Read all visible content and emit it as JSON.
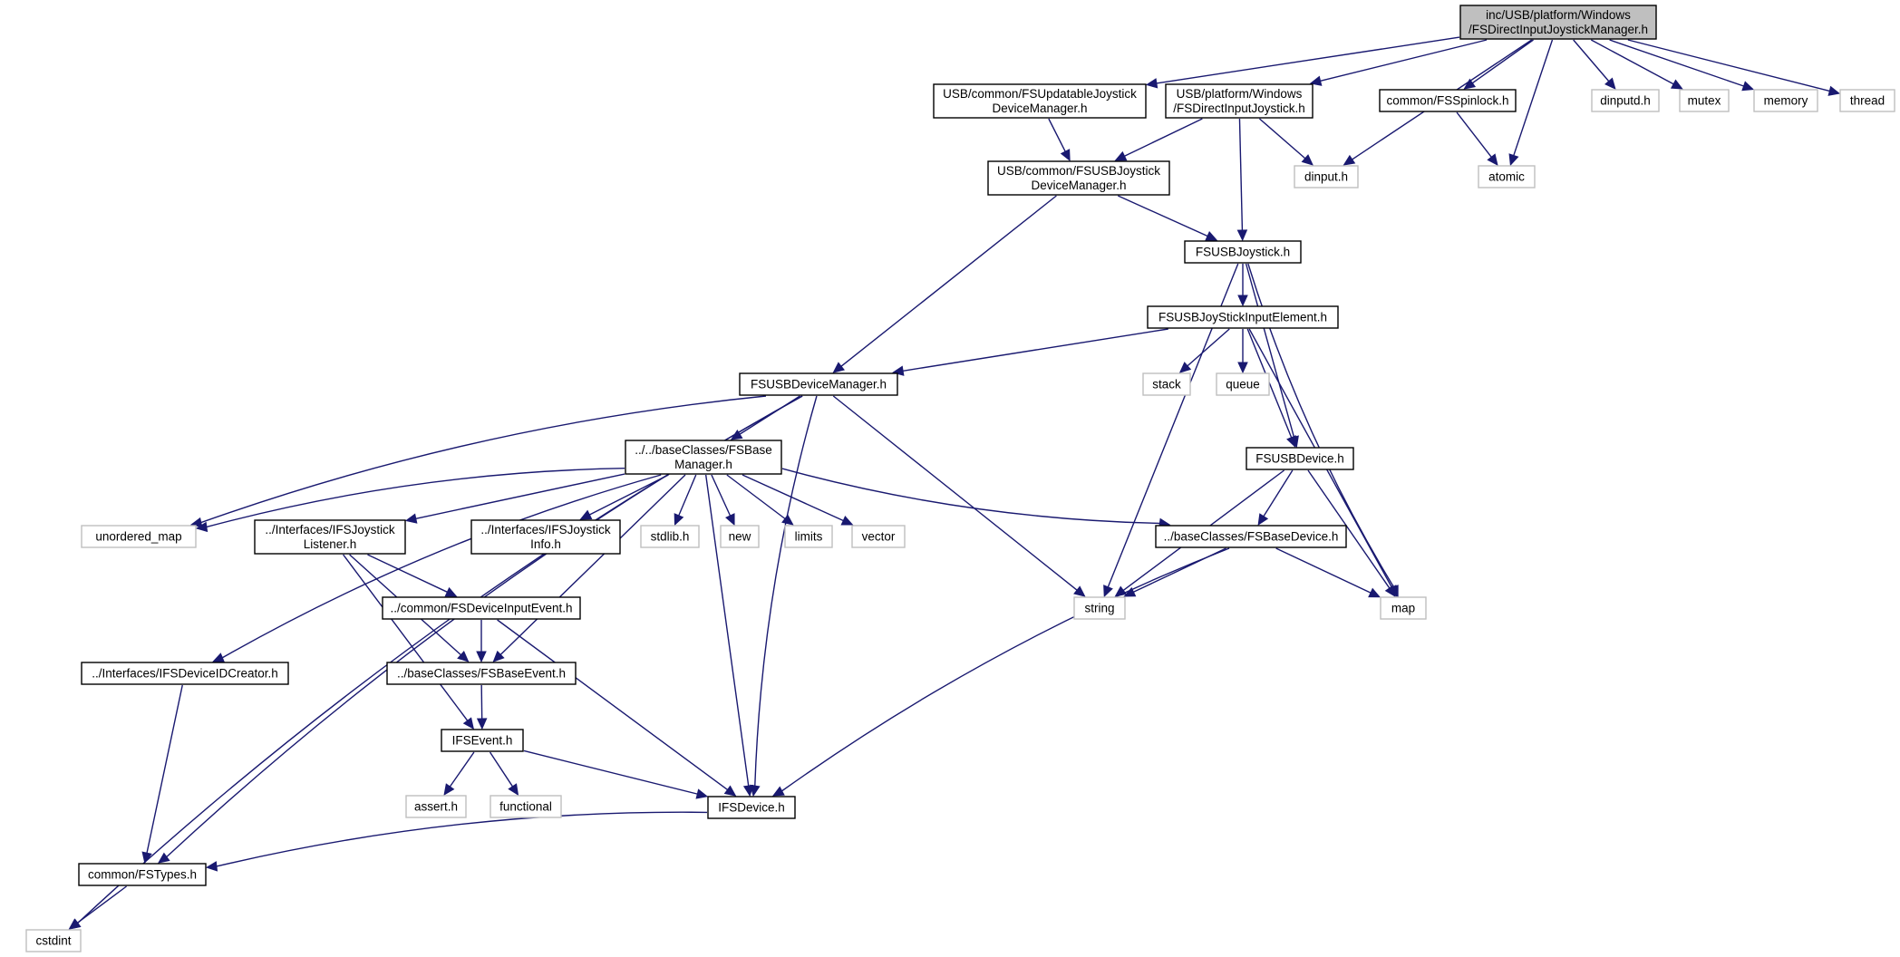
{
  "nodes": [
    {
      "id": "root",
      "lines": [
        "inc/USB/platform/Windows",
        "/FSDirectInputJoystickManager.h"
      ],
      "kind": "root"
    },
    {
      "id": "updatable",
      "lines": [
        "USB/common/FSUpdatableJoystick",
        "DeviceManager.h"
      ],
      "kind": "proj"
    },
    {
      "id": "dijoy",
      "lines": [
        "USB/platform/Windows",
        "/FSDirectInputJoystick.h"
      ],
      "kind": "proj"
    },
    {
      "id": "dinput",
      "lines": [
        "dinput.h"
      ],
      "kind": "ext"
    },
    {
      "id": "spinlock",
      "lines": [
        "common/FSSpinlock.h"
      ],
      "kind": "proj"
    },
    {
      "id": "atomic",
      "lines": [
        "atomic"
      ],
      "kind": "ext"
    },
    {
      "id": "dinputd",
      "lines": [
        "dinputd.h"
      ],
      "kind": "ext"
    },
    {
      "id": "mutex",
      "lines": [
        "mutex"
      ],
      "kind": "ext"
    },
    {
      "id": "memory",
      "lines": [
        "memory"
      ],
      "kind": "ext"
    },
    {
      "id": "thread",
      "lines": [
        "thread"
      ],
      "kind": "ext"
    },
    {
      "id": "usbjoymgr",
      "lines": [
        "USB/common/FSUSBJoystick",
        "DeviceManager.h"
      ],
      "kind": "proj"
    },
    {
      "id": "usbjoy",
      "lines": [
        "FSUSBJoystick.h"
      ],
      "kind": "proj"
    },
    {
      "id": "inputelem",
      "lines": [
        "FSUSBJoyStickInputElement.h"
      ],
      "kind": "proj"
    },
    {
      "id": "stack",
      "lines": [
        "stack"
      ],
      "kind": "ext"
    },
    {
      "id": "queue",
      "lines": [
        "queue"
      ],
      "kind": "ext"
    },
    {
      "id": "usbdevmgr",
      "lines": [
        "FSUSBDeviceManager.h"
      ],
      "kind": "proj"
    },
    {
      "id": "usbdevice",
      "lines": [
        "FSUSBDevice.h"
      ],
      "kind": "proj"
    },
    {
      "id": "basemgr",
      "lines": [
        "../../baseClasses/FSBase",
        "Manager.h"
      ],
      "kind": "proj"
    },
    {
      "id": "unordered",
      "lines": [
        "unordered_map"
      ],
      "kind": "ext"
    },
    {
      "id": "listener",
      "lines": [
        "../Interfaces/IFSJoystick",
        "Listener.h"
      ],
      "kind": "proj"
    },
    {
      "id": "joyinfo",
      "lines": [
        "../Interfaces/IFSJoystick",
        "Info.h"
      ],
      "kind": "proj"
    },
    {
      "id": "stdlib",
      "lines": [
        "stdlib.h"
      ],
      "kind": "ext"
    },
    {
      "id": "new",
      "lines": [
        "new"
      ],
      "kind": "ext"
    },
    {
      "id": "limits",
      "lines": [
        "limits"
      ],
      "kind": "ext"
    },
    {
      "id": "vector",
      "lines": [
        "vector"
      ],
      "kind": "ext"
    },
    {
      "id": "basedevice",
      "lines": [
        "../baseClasses/FSBaseDevice.h"
      ],
      "kind": "proj"
    },
    {
      "id": "string",
      "lines": [
        "string"
      ],
      "kind": "ext"
    },
    {
      "id": "map",
      "lines": [
        "map"
      ],
      "kind": "ext"
    },
    {
      "id": "devinputevent",
      "lines": [
        "../common/FSDeviceInputEvent.h"
      ],
      "kind": "proj"
    },
    {
      "id": "baseevent",
      "lines": [
        "../baseClasses/FSBaseEvent.h"
      ],
      "kind": "proj"
    },
    {
      "id": "devidcreator",
      "lines": [
        "../Interfaces/IFSDeviceIDCreator.h"
      ],
      "kind": "proj"
    },
    {
      "id": "ifsevent",
      "lines": [
        "IFSEvent.h"
      ],
      "kind": "proj"
    },
    {
      "id": "assert",
      "lines": [
        "assert.h"
      ],
      "kind": "ext"
    },
    {
      "id": "functional",
      "lines": [
        "functional"
      ],
      "kind": "ext"
    },
    {
      "id": "ifsdevice",
      "lines": [
        "IFSDevice.h"
      ],
      "kind": "proj"
    },
    {
      "id": "fstypes",
      "lines": [
        "common/FSTypes.h"
      ],
      "kind": "proj"
    },
    {
      "id": "cstdint",
      "lines": [
        "cstdint"
      ],
      "kind": "ext"
    }
  ],
  "edges": [
    [
      "root",
      "updatable"
    ],
    [
      "root",
      "dijoy"
    ],
    [
      "root",
      "dinput"
    ],
    [
      "root",
      "spinlock"
    ],
    [
      "root",
      "atomic"
    ],
    [
      "root",
      "dinputd"
    ],
    [
      "root",
      "mutex"
    ],
    [
      "root",
      "memory"
    ],
    [
      "root",
      "thread"
    ],
    [
      "updatable",
      "usbjoymgr"
    ],
    [
      "dijoy",
      "usbjoymgr"
    ],
    [
      "dijoy",
      "usbjoy"
    ],
    [
      "dijoy",
      "dinput"
    ],
    [
      "spinlock",
      "atomic"
    ],
    [
      "usbjoymgr",
      "usbdevmgr"
    ],
    [
      "usbjoymgr",
      "usbjoy"
    ],
    [
      "usbjoy",
      "inputelem"
    ],
    [
      "usbjoy",
      "string"
    ],
    [
      "usbjoy",
      "usbdevice"
    ],
    [
      "usbjoy",
      "map"
    ],
    [
      "inputelem",
      "usbdevmgr"
    ],
    [
      "inputelem",
      "stack"
    ],
    [
      "inputelem",
      "queue"
    ],
    [
      "inputelem",
      "usbdevice"
    ],
    [
      "inputelem",
      "map"
    ],
    [
      "usbdevmgr",
      "basemgr"
    ],
    [
      "usbdevmgr",
      "unordered"
    ],
    [
      "usbdevmgr",
      "string"
    ],
    [
      "usbdevmgr",
      "ifsdevice"
    ],
    [
      "usbdevmgr",
      "fstypes"
    ],
    [
      "usbdevmgr",
      "cstdint"
    ],
    [
      "basemgr",
      "unordered"
    ],
    [
      "basemgr",
      "listener"
    ],
    [
      "basemgr",
      "joyinfo"
    ],
    [
      "basemgr",
      "stdlib"
    ],
    [
      "basemgr",
      "new"
    ],
    [
      "basemgr",
      "limits"
    ],
    [
      "basemgr",
      "vector"
    ],
    [
      "basemgr",
      "basedevice"
    ],
    [
      "basemgr",
      "devidcreator"
    ],
    [
      "basemgr",
      "baseevent"
    ],
    [
      "basemgr",
      "ifsdevice"
    ],
    [
      "usbdevice",
      "basedevice"
    ],
    [
      "usbdevice",
      "string"
    ],
    [
      "usbdevice",
      "map"
    ],
    [
      "basedevice",
      "string"
    ],
    [
      "basedevice",
      "map"
    ],
    [
      "basedevice",
      "ifsdevice"
    ],
    [
      "listener",
      "devinputevent"
    ],
    [
      "listener",
      "baseevent"
    ],
    [
      "listener",
      "ifsevent"
    ],
    [
      "devinputevent",
      "baseevent"
    ],
    [
      "devinputevent",
      "ifsdevice"
    ],
    [
      "baseevent",
      "ifsevent"
    ],
    [
      "devidcreator",
      "fstypes"
    ],
    [
      "ifsevent",
      "assert"
    ],
    [
      "ifsevent",
      "functional"
    ],
    [
      "ifsevent",
      "ifsdevice"
    ],
    [
      "ifsdevice",
      "fstypes"
    ],
    [
      "fstypes",
      "cstdint"
    ]
  ]
}
